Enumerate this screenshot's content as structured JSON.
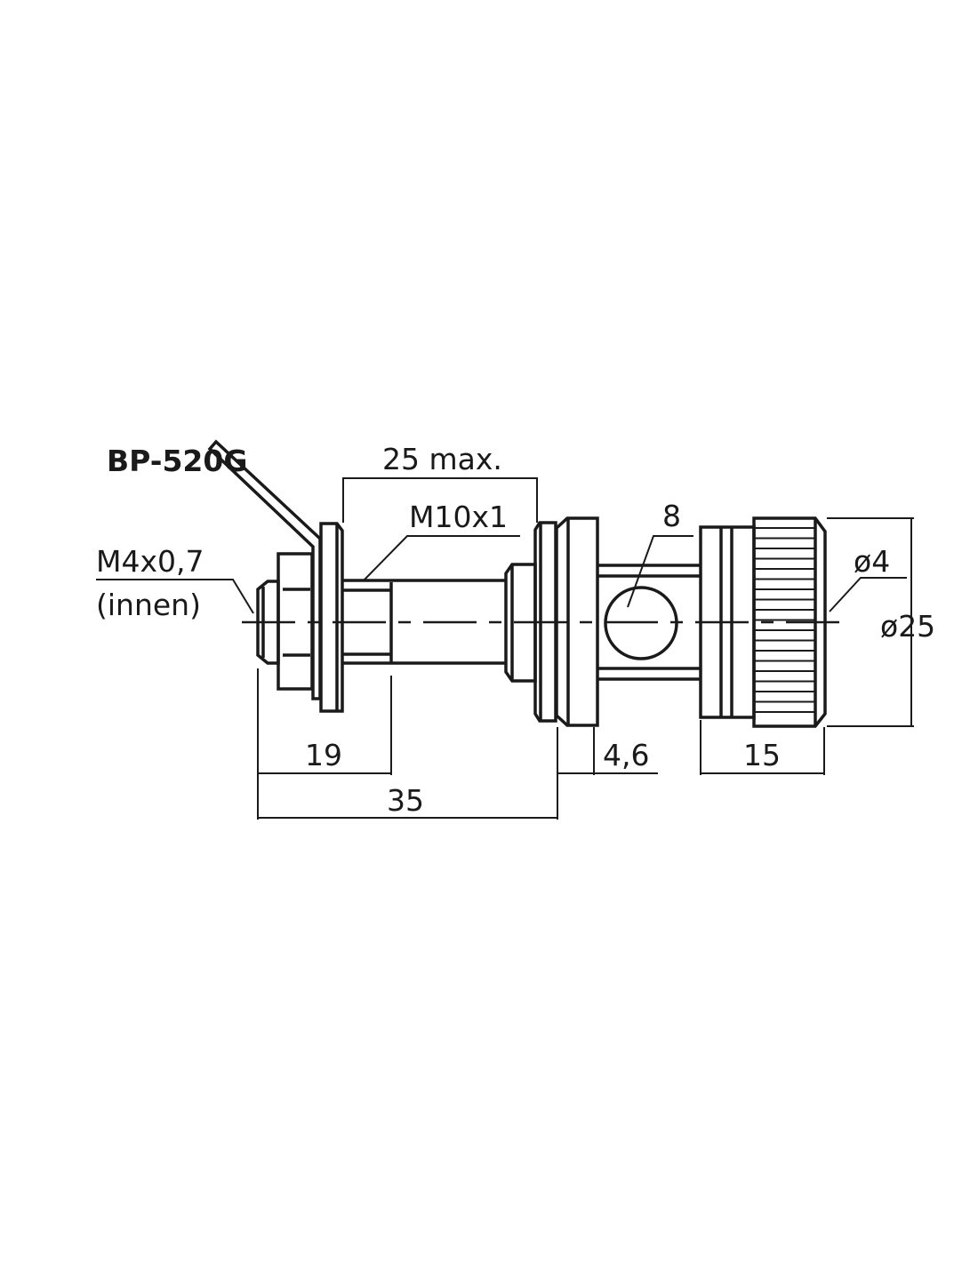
{
  "title": "BP-520G",
  "dimensions": {
    "panel_thickness": "25 max.",
    "thread_outer": "M10x1",
    "thread_inner": "M4x0,7",
    "thread_inner_note": "(innen)",
    "hole_diameter": "8",
    "pin_diameter": "ø4",
    "cap_diameter": "ø25",
    "thread_length": "19",
    "total_length": "35",
    "flange_width": "4,6",
    "cap_length": "15"
  },
  "colors": {
    "ink": "#1a1a1a",
    "background": "#ffffff"
  }
}
